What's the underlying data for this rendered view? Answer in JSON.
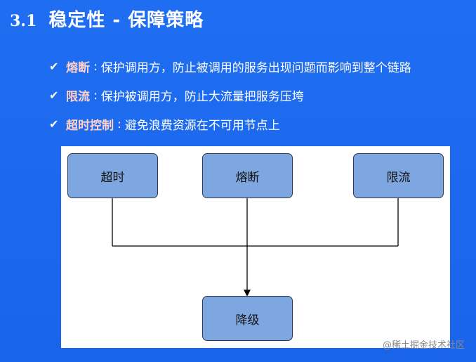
{
  "title": {
    "number": "3.1",
    "text": "稳定性 - 保障策略"
  },
  "bullets": [
    {
      "term": "熔断",
      "sep": ":",
      "desc": "保护调用方，防止被调用的服务出现问题而影响到整个链路"
    },
    {
      "term": "限流",
      "sep": ":",
      "desc": "保护被调用方，防止大流量把服务压垮"
    },
    {
      "term": "超时控制",
      "sep": ":",
      "desc": "避免浪费资源在不可用节点上"
    }
  ],
  "diagram": {
    "nodes": {
      "timeout": "超时",
      "breaker": "熔断",
      "limit": "限流",
      "degrade": "降级"
    }
  },
  "watermark": "@稀土掘金技术社区",
  "colors": {
    "background": "#1e6cf0",
    "term": "#ffd0c8",
    "node_fill": "#7ea6e0",
    "node_border": "#2b3a52"
  },
  "icons": {
    "bullet": "check-icon"
  }
}
